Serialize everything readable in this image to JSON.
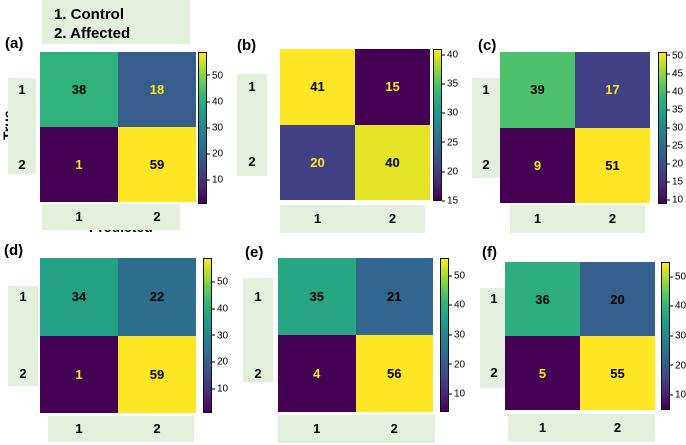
{
  "legend": {
    "line1": "1. Control",
    "line2": "2. Affected"
  },
  "axis": {
    "ylabel": "True",
    "xlabel": "Predicted"
  },
  "chart_data": [
    {
      "type": "heatmap",
      "panel": "(a)",
      "x_ticks": [
        "1",
        "2"
      ],
      "y_ticks": [
        "1",
        "2"
      ],
      "matrix": [
        [
          38,
          18
        ],
        [
          1,
          59
        ]
      ],
      "colorbar_ticks": [
        "10",
        "20",
        "30",
        "40",
        "50"
      ],
      "vmin": 1,
      "vmax": 59
    },
    {
      "type": "heatmap",
      "panel": "(b)",
      "x_ticks": [
        "1",
        "2"
      ],
      "y_ticks": [
        "1",
        "2"
      ],
      "matrix": [
        [
          41,
          15
        ],
        [
          20,
          40
        ]
      ],
      "colorbar_ticks": [
        "15",
        "20",
        "25",
        "30",
        "35",
        "40"
      ],
      "vmin": 15,
      "vmax": 41
    },
    {
      "type": "heatmap",
      "panel": "(c)",
      "x_ticks": [
        "1",
        "2"
      ],
      "y_ticks": [
        "1",
        "2"
      ],
      "matrix": [
        [
          39,
          17
        ],
        [
          9,
          51
        ]
      ],
      "colorbar_ticks": [
        "10",
        "15",
        "20",
        "25",
        "30",
        "35",
        "40",
        "45",
        "50"
      ],
      "vmin": 9,
      "vmax": 51
    },
    {
      "type": "heatmap",
      "panel": "(d)",
      "x_ticks": [
        "1",
        "2"
      ],
      "y_ticks": [
        "1",
        "2"
      ],
      "matrix": [
        [
          34,
          22
        ],
        [
          1,
          59
        ]
      ],
      "colorbar_ticks": [
        "10",
        "20",
        "30",
        "40",
        "50"
      ],
      "vmin": 1,
      "vmax": 59
    },
    {
      "type": "heatmap",
      "panel": "(e)",
      "x_ticks": [
        "1",
        "2"
      ],
      "y_ticks": [
        "1",
        "2"
      ],
      "matrix": [
        [
          35,
          21
        ],
        [
          4,
          56
        ]
      ],
      "colorbar_ticks": [
        "10",
        "20",
        "30",
        "40",
        "50"
      ],
      "vmin": 4,
      "vmax": 56
    },
    {
      "type": "heatmap",
      "panel": "(f)",
      "x_ticks": [
        "1",
        "2"
      ],
      "y_ticks": [
        "1",
        "2"
      ],
      "matrix": [
        [
          36,
          20
        ],
        [
          5,
          55
        ]
      ],
      "colorbar_ticks": [
        "10",
        "20",
        "30",
        "40",
        "50"
      ],
      "vmin": 5,
      "vmax": 55
    }
  ]
}
